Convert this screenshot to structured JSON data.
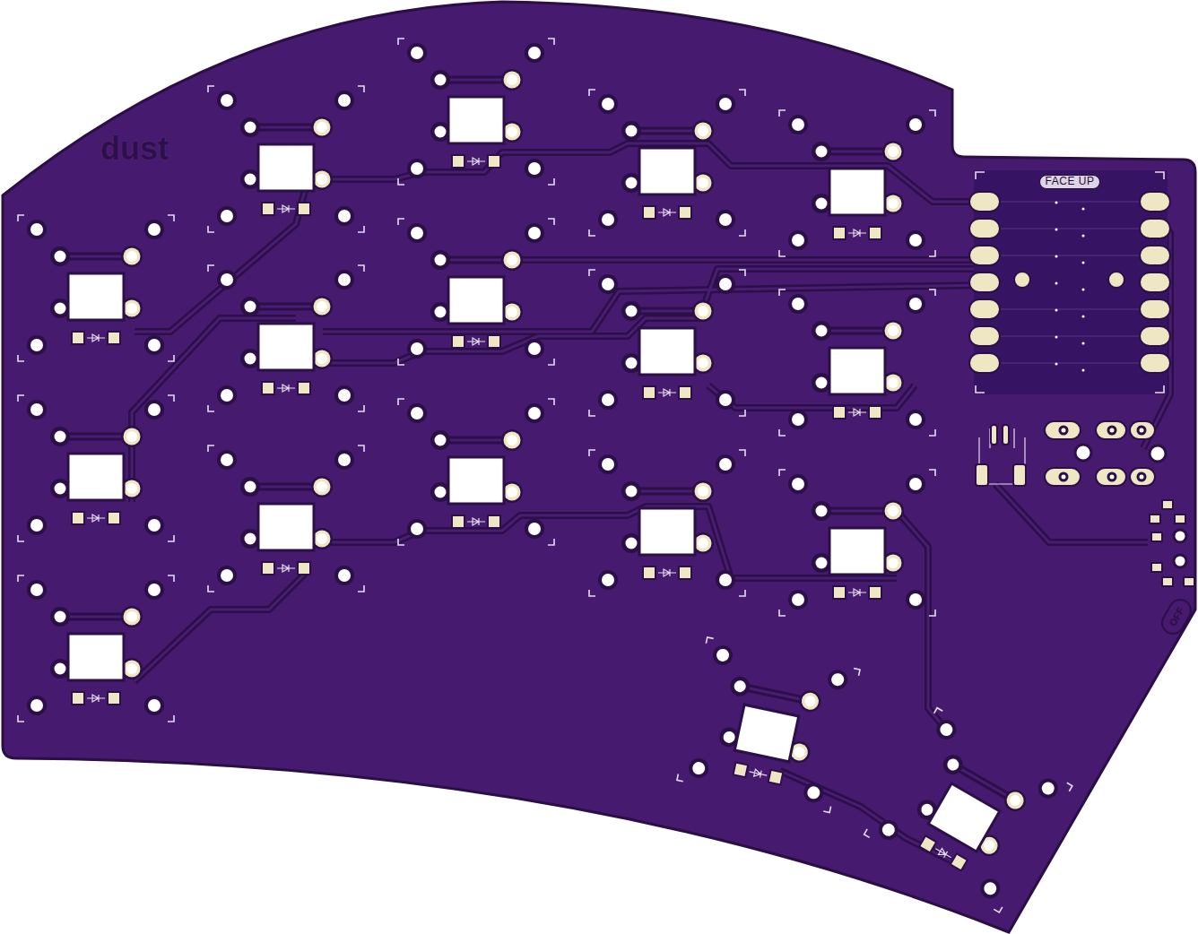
{
  "diagram": {
    "labels": [
      "dust",
      "FACE UP",
      "OFF"
    ]
  }
}
